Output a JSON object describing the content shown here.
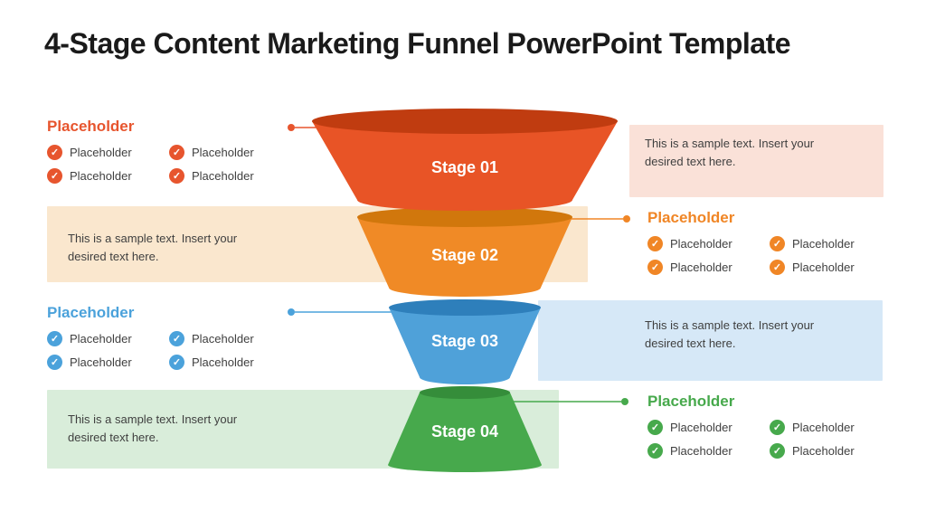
{
  "title": "4-Stage Content Marketing Funnel PowerPoint Template",
  "icons": {
    "check": "✓"
  },
  "rows": [
    {
      "stage_label": "Stage 01",
      "heading": "Placeholder",
      "items": [
        "Placeholder",
        "Placeholder",
        "Placeholder",
        "Placeholder"
      ],
      "body_text": "This is a sample text. Insert your desired text here.",
      "text_side": "right",
      "colors": {
        "funnel": "#E85426",
        "funnel_dark": "#C03C10",
        "band": "#FAE1D8",
        "accent": "#E7552E"
      }
    },
    {
      "stage_label": "Stage 02",
      "heading": "Placeholder",
      "items": [
        "Placeholder",
        "Placeholder",
        "Placeholder",
        "Placeholder"
      ],
      "body_text": "This is a sample text. Insert your desired text here.",
      "text_side": "left",
      "colors": {
        "funnel": "#F08A26",
        "funnel_dark": "#D1770C",
        "band": "#FAE7CE",
        "accent": "#F08626"
      }
    },
    {
      "stage_label": "Stage 03",
      "heading": "Placeholder",
      "items": [
        "Placeholder",
        "Placeholder",
        "Placeholder",
        "Placeholder"
      ],
      "body_text": "This is a sample text. Insert your desired text here.",
      "text_side": "right",
      "colors": {
        "funnel": "#4FA1D9",
        "funnel_dark": "#2E7FBB",
        "band": "#D6E8F7",
        "accent": "#4BA2DB"
      }
    },
    {
      "stage_label": "Stage 04",
      "heading": "Placeholder",
      "items": [
        "Placeholder",
        "Placeholder",
        "Placeholder",
        "Placeholder"
      ],
      "body_text": "This is a sample text. Insert your desired text here.",
      "text_side": "left",
      "colors": {
        "funnel": "#47A94C",
        "funnel_dark": "#358D3A",
        "band": "#D9EDDA",
        "accent": "#47A94C"
      }
    }
  ]
}
